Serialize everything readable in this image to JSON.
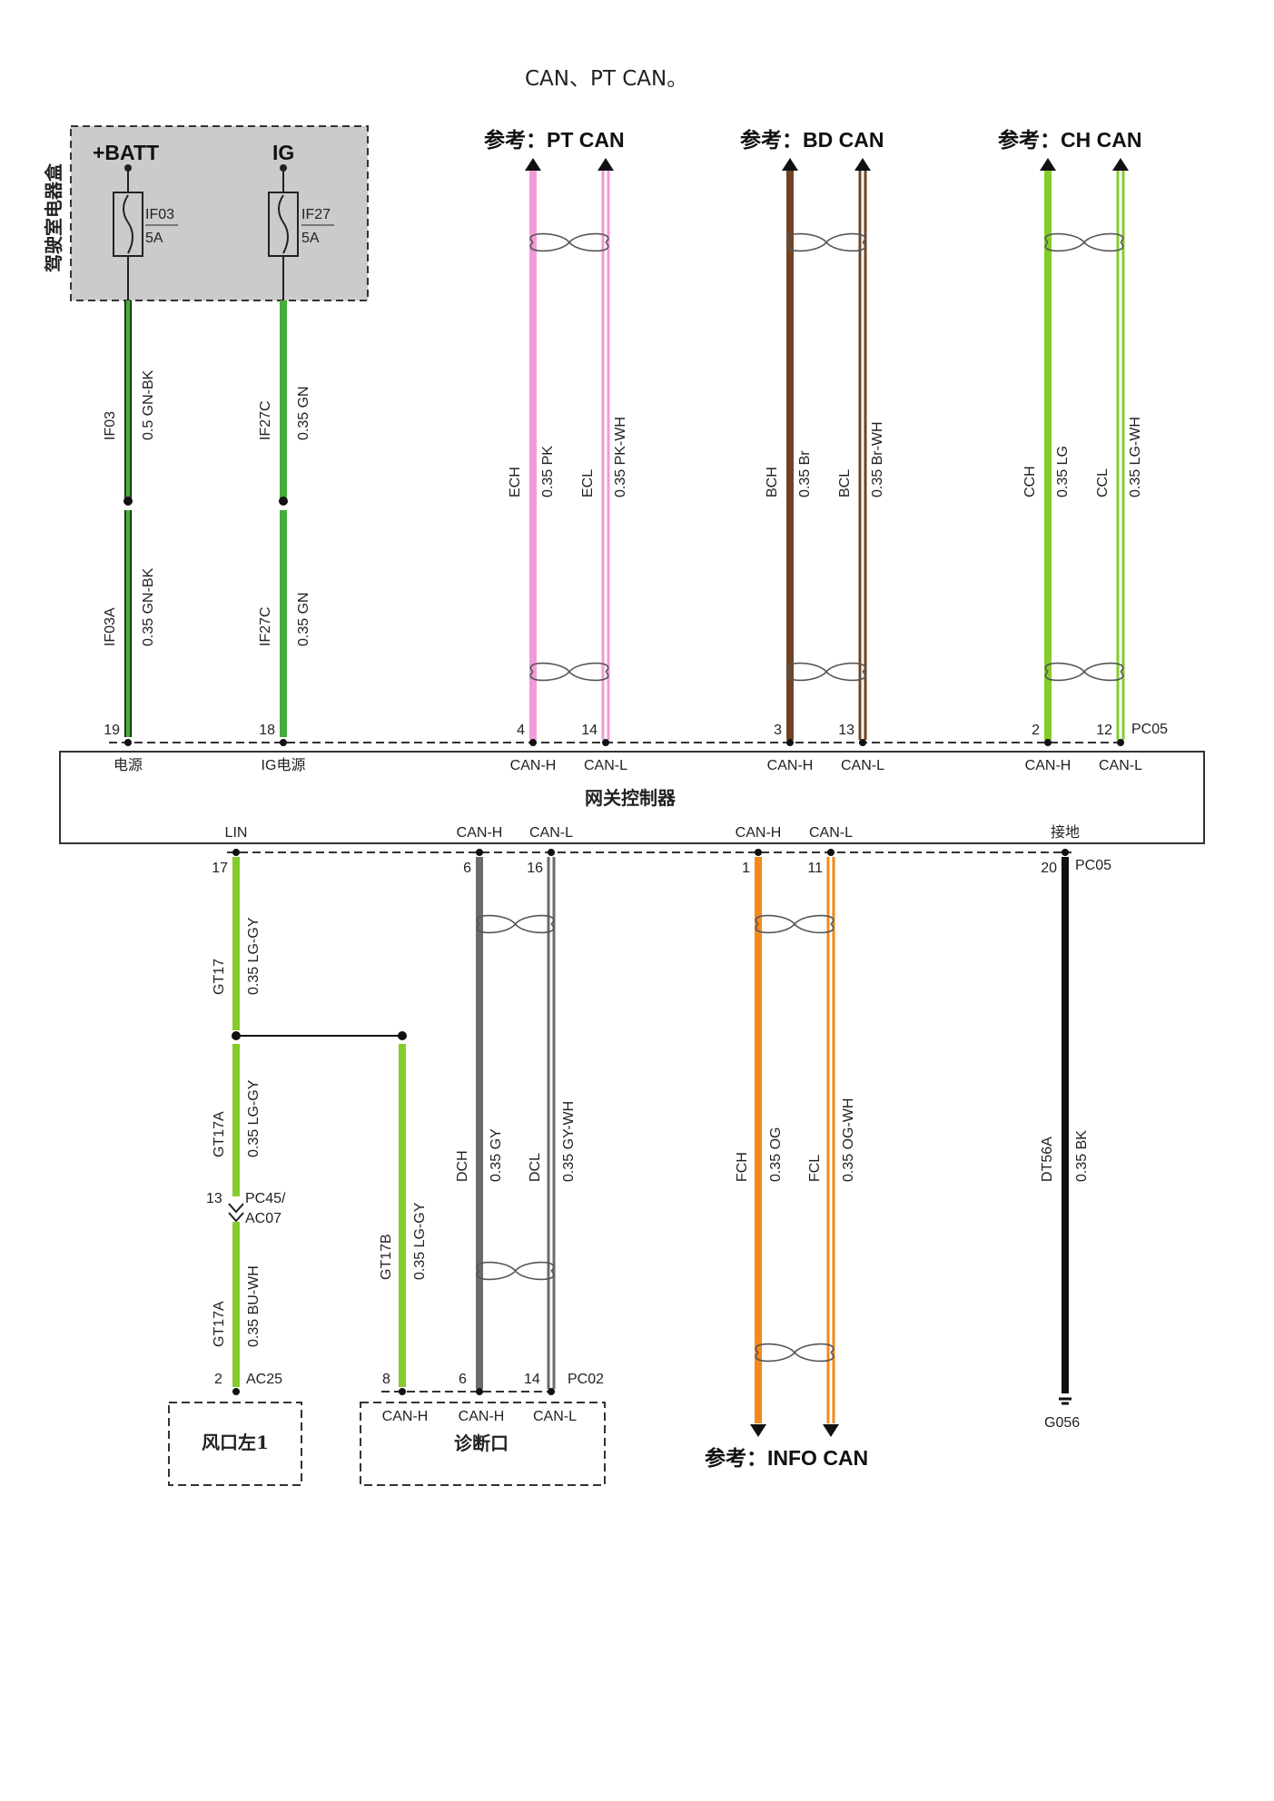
{
  "caption": "CAN、PT CAN。",
  "fusebox": {
    "title": "驾驶室电器盒",
    "batt": "+BATT",
    "ig": "IG",
    "fuse1_name": "IF03",
    "fuse1_rating": "5A",
    "fuse2_name": "IF27",
    "fuse2_rating": "5A"
  },
  "refs": {
    "pt": "参考：PT CAN",
    "bd": "参考：BD CAN",
    "ch": "参考：CH CAN",
    "info": "参考：INFO CAN"
  },
  "wires": {
    "if03": "IF03",
    "if03_spec": "0.5 GN-BK",
    "if03a": "IF03A",
    "if03a_spec": "0.35 GN-BK",
    "if27c_top": "IF27C",
    "if27c_top_spec": "0.35 GN",
    "if27c_bot": "IF27C",
    "if27c_bot_spec": "0.35 GN",
    "ech": "ECH",
    "ech_spec": "0.35 PK",
    "ecl": "ECL",
    "ecl_spec": "0.35 PK-WH",
    "bch": "BCH",
    "bch_spec": "0.35 Br",
    "bcl": "BCL",
    "bcl_spec": "0.35 Br-WH",
    "cch": "CCH",
    "cch_spec": "0.35 LG",
    "ccl": "CCL",
    "ccl_spec": "0.35 LG-WH",
    "gt17": "GT17",
    "gt17_spec": "0.35 LG-GY",
    "gt17a": "GT17A",
    "gt17a_spec": "0.35 LG-GY",
    "gt17a2": "GT17A",
    "gt17a2_spec": "0.35 BU-WH",
    "gt17b": "GT17B",
    "gt17b_spec": "0.35 LG-GY",
    "dch": "DCH",
    "dch_spec": "0.35 GY",
    "dcl": "DCL",
    "dcl_spec": "0.35 GY-WH",
    "fch": "FCH",
    "fch_spec": "0.35 OG",
    "fcl": "FCL",
    "fcl_spec": "0.35 OG-WH",
    "dt56a": "DT56A",
    "dt56a_spec": "0.35 BK"
  },
  "gateway": {
    "title": "网关控制器",
    "top_pins": [
      "19",
      "18",
      "4",
      "14",
      "3",
      "13",
      "2",
      "12"
    ],
    "top_labels": [
      "电源",
      "IG电源",
      "CAN-H",
      "CAN-L",
      "CAN-H",
      "CAN-L",
      "CAN-H",
      "CAN-L"
    ],
    "top_connector": "PC05",
    "bottom_pins": [
      "17",
      "6",
      "16",
      "1",
      "11",
      "20"
    ],
    "bottom_labels": [
      "LIN",
      "CAN-H",
      "CAN-L",
      "CAN-H",
      "CAN-L",
      "接地"
    ],
    "bottom_connector": "PC05"
  },
  "inline_connector": {
    "pin": "13",
    "name_a": "PC45/",
    "name_b": "AC07"
  },
  "vent": {
    "pin": "2",
    "connector": "AC25",
    "title": "风口左1"
  },
  "diag": {
    "pin_a": "8",
    "pin_b": "6",
    "pin_c": "14",
    "connector": "PC02",
    "label_a": "CAN-H",
    "label_b": "CAN-H",
    "label_c": "CAN-L",
    "title": "诊断口"
  },
  "ground": "G056",
  "colors": {
    "green": "#45ad3a",
    "pink": "#f29ad8",
    "brown": "#6e4425",
    "lightgreen": "#84cc2b",
    "gray": "#6b6b6b",
    "orange": "#f28a1a",
    "black": "#111111",
    "fusebox_fill": "#cbcbcb"
  }
}
